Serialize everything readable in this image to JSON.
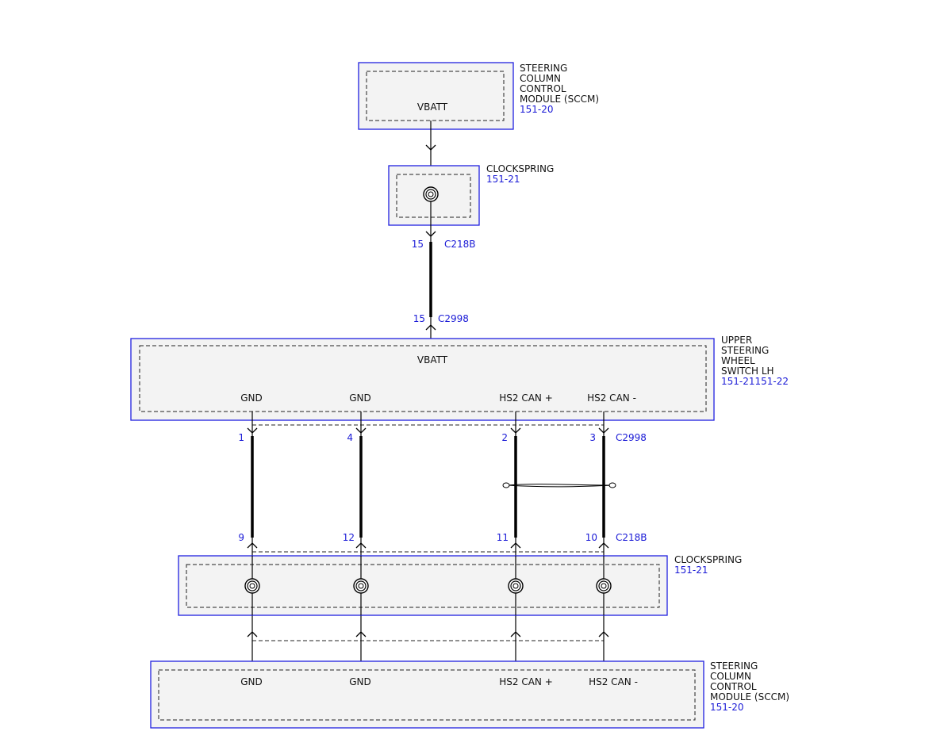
{
  "colors": {
    "frame": "#2020e0",
    "ref_text": "#1a1ad6",
    "box_fill": "#f3f3f3",
    "wire": "#000000"
  },
  "components": {
    "sccm_top": {
      "name_lines": [
        "STEERING",
        "COLUMN",
        "CONTROL",
        "MODULE (SCCM)"
      ],
      "ref": "151-20",
      "pin_label": "VBATT"
    },
    "clockspring_top": {
      "name_lines": [
        "CLOCKSPRING"
      ],
      "ref": "151-21"
    },
    "upper_switch": {
      "name_lines": [
        "UPPER",
        "STEERING",
        "WHEEL",
        "SWITCH LH"
      ],
      "ref": "151-21151-22",
      "pin_labels": {
        "vbatt": "VBATT",
        "gnd1": "GND",
        "gnd2": "GND",
        "can_plus": "HS2 CAN +",
        "can_minus": "HS2 CAN -"
      }
    },
    "clockspring_bottom": {
      "name_lines": [
        "CLOCKSPRING"
      ],
      "ref": "151-21"
    },
    "sccm_bottom": {
      "name_lines": [
        "STEERING",
        "COLUMN",
        "CONTROL",
        "MODULE (SCCM)"
      ],
      "ref": "151-20",
      "pin_labels": {
        "gnd1": "GND",
        "gnd2": "GND",
        "can_plus": "HS2 CAN +",
        "can_minus": "HS2 CAN -"
      }
    }
  },
  "connectors": {
    "top_c218b": {
      "name": "C218B",
      "pin": "15"
    },
    "top_c2998": {
      "name": "C2998",
      "pin": "15"
    },
    "mid_c2998": {
      "name": "C2998",
      "pins": [
        "1",
        "4",
        "2",
        "3"
      ]
    },
    "mid_c218b": {
      "name": "C218B",
      "pins": [
        "9",
        "12",
        "11",
        "10"
      ]
    }
  }
}
